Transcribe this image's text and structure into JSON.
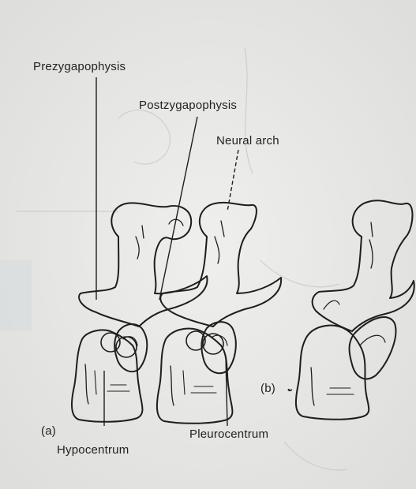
{
  "labels": {
    "prezygapophysis": "Prezygapophysis",
    "postzygapophysis": "Postzygapophysis",
    "neural_arch": "Neural arch",
    "hypocentrum": "Hypocentrum",
    "pleurocentrum": "Pleurocentrum",
    "panel_a": "(a)",
    "panel_b": "(b)"
  },
  "colors": {
    "ink": "#222222",
    "paper": "#e9e9e7",
    "bleed_through": "#bdbdbd"
  }
}
